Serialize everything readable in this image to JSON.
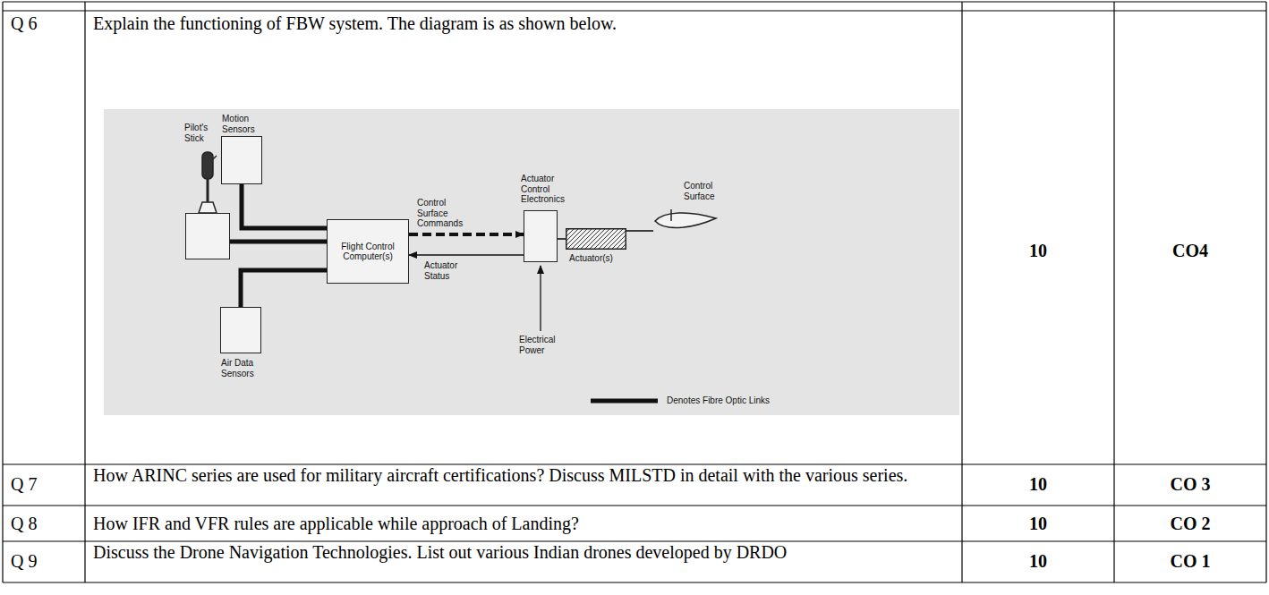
{
  "diagram": {
    "nodes": [
      {
        "text": [
          "Pilot's Stick"
        ]
      },
      {
        "text": [
          "Motion Sensors"
        ]
      },
      {
        "text": [
          "Flight Control Computer(s)"
        ]
      },
      {
        "text": [
          "Air Data Sensors"
        ]
      },
      {
        "text": [
          "Actuator Control Electronics"
        ]
      },
      {
        "text": [
          "Actuator(s)"
        ]
      },
      {
        "text": [
          "Control Surface"
        ]
      }
    ],
    "edges": [
      {
        "from": 0,
        "to": 2,
        "arrow": "none"
      },
      {
        "from": 1,
        "to": 2,
        "arrow": "none"
      },
      {
        "from": 3,
        "to": 2,
        "arrow": "none"
      },
      {
        "from": 2,
        "to": 4,
        "arrow": "to",
        "label": "Control Surface Commands"
      },
      {
        "from": 4,
        "to": 2,
        "arrow": "to",
        "label": "Actuator Status"
      },
      {
        "from": 4,
        "to": 5,
        "arrow": "none"
      },
      {
        "from": 5,
        "to": 6,
        "arrow": "none"
      }
    ],
    "labels": [
      "Q 6",
      "Explain the functioning of FBW system. The diagram is as shown below.",
      "10",
      "CO4",
      "Q 7",
      "How ARINC series are used for military aircraft certifications? Discuss MILSTD in detail with the various series.",
      "10",
      "CO 3",
      "Q 8",
      "How IFR and VFR rules are applicable while approach of Landing?",
      "10",
      "CO 2",
      "Q 9",
      "Discuss the Drone Navigation Technologies. List out various Indian drones developed by DRDO",
      "10",
      "CO 1",
      "Electrical Power"
    ],
    "legend": [
      {
        "text": "Denotes Fibre Optic Links"
      }
    ]
  }
}
